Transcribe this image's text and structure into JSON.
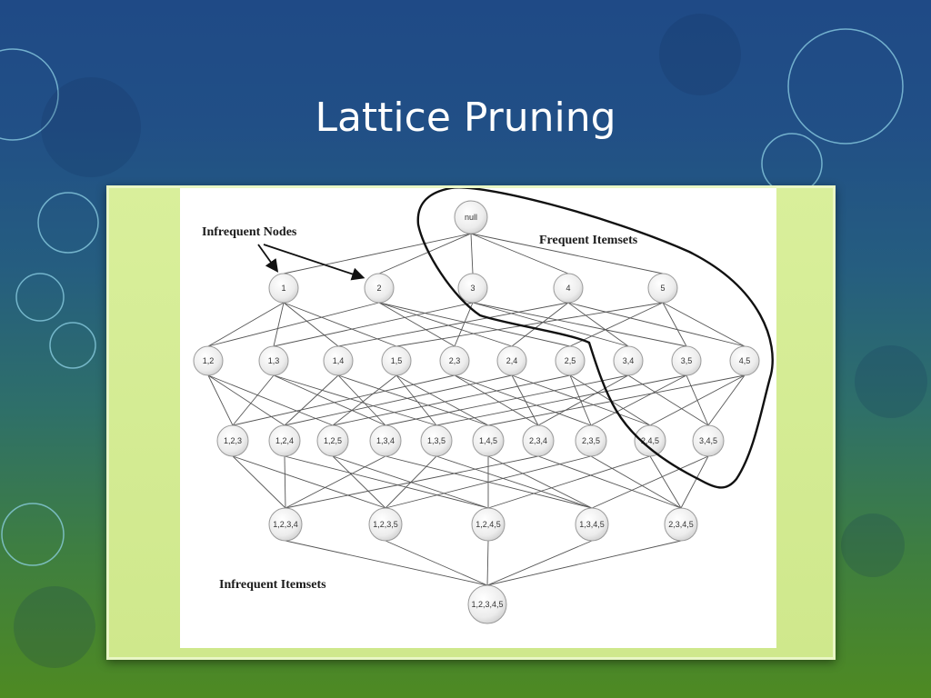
{
  "slide": {
    "title": "Lattice Pruning",
    "colors": {
      "accent": "#cfe88c",
      "title": "#ffffff"
    }
  },
  "diagram": {
    "annotations": {
      "infrequent_nodes": "Infrequent Nodes",
      "frequent_itemsets": "Frequent Itemsets",
      "infrequent_itemsets": "Infrequent Itemsets"
    },
    "levels": [
      [
        "null"
      ],
      [
        "1",
        "2",
        "3",
        "4",
        "5"
      ],
      [
        "1,2",
        "1,3",
        "1,4",
        "1,5",
        "2,3",
        "2,4",
        "2,5",
        "3,4",
        "3,5",
        "4,5"
      ],
      [
        "1,2,3",
        "1,2,4",
        "1,2,5",
        "1,3,4",
        "1,3,5",
        "1,4,5",
        "2,3,4",
        "2,3,5",
        "2,4,5",
        "3,4,5"
      ],
      [
        "1,2,3,4",
        "1,2,3,5",
        "1,2,4,5",
        "1,3,4,5",
        "2,3,4,5"
      ],
      [
        "1,2,3,4,5"
      ]
    ]
  }
}
